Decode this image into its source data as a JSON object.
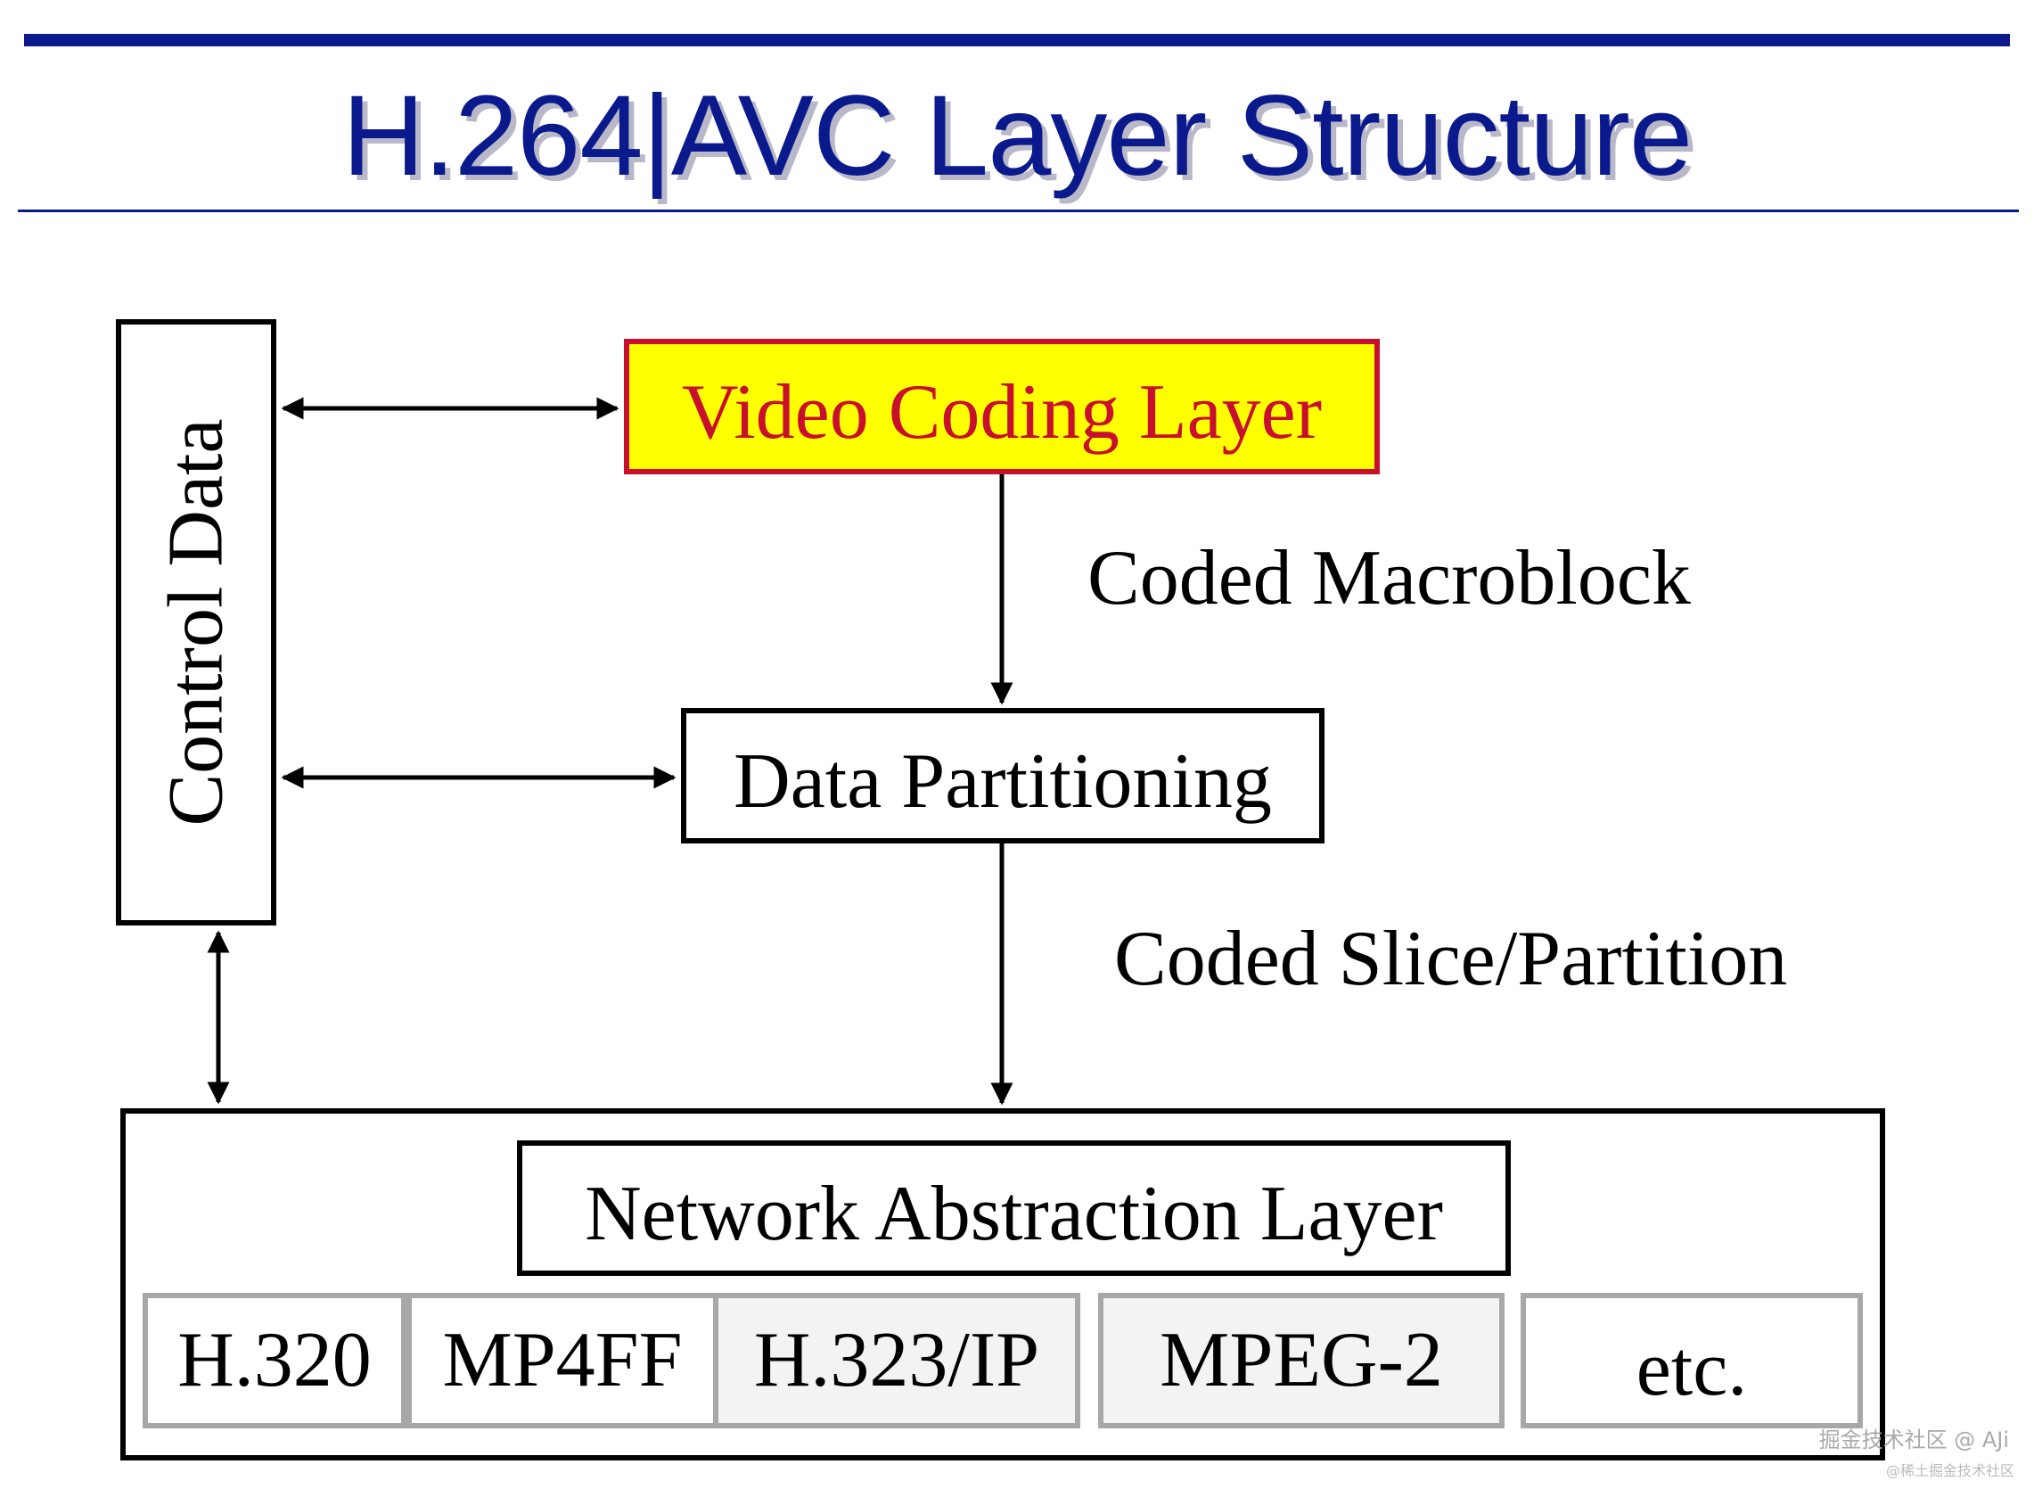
{
  "title": "H.264|AVC Layer Structure",
  "diagram": {
    "control_data": "Control Data",
    "video_coding_layer": "Video Coding Layer",
    "coded_macroblock": "Coded Macroblock",
    "data_partitioning": "Data Partitioning",
    "coded_slice_partition": "Coded Slice/Partition",
    "network_abstraction_layer": "Network Abstraction Layer",
    "transports": [
      "H.320",
      "MP4FF",
      "H.323/IP",
      "MPEG-2",
      "etc."
    ]
  },
  "colors": {
    "title": "#0a1a8c",
    "vcl_fill": "#ffff00",
    "vcl_border": "#c8102e"
  },
  "watermark": {
    "main": "掘金技术社区 @ AJi",
    "small": "@稀土掘金技术社区"
  }
}
